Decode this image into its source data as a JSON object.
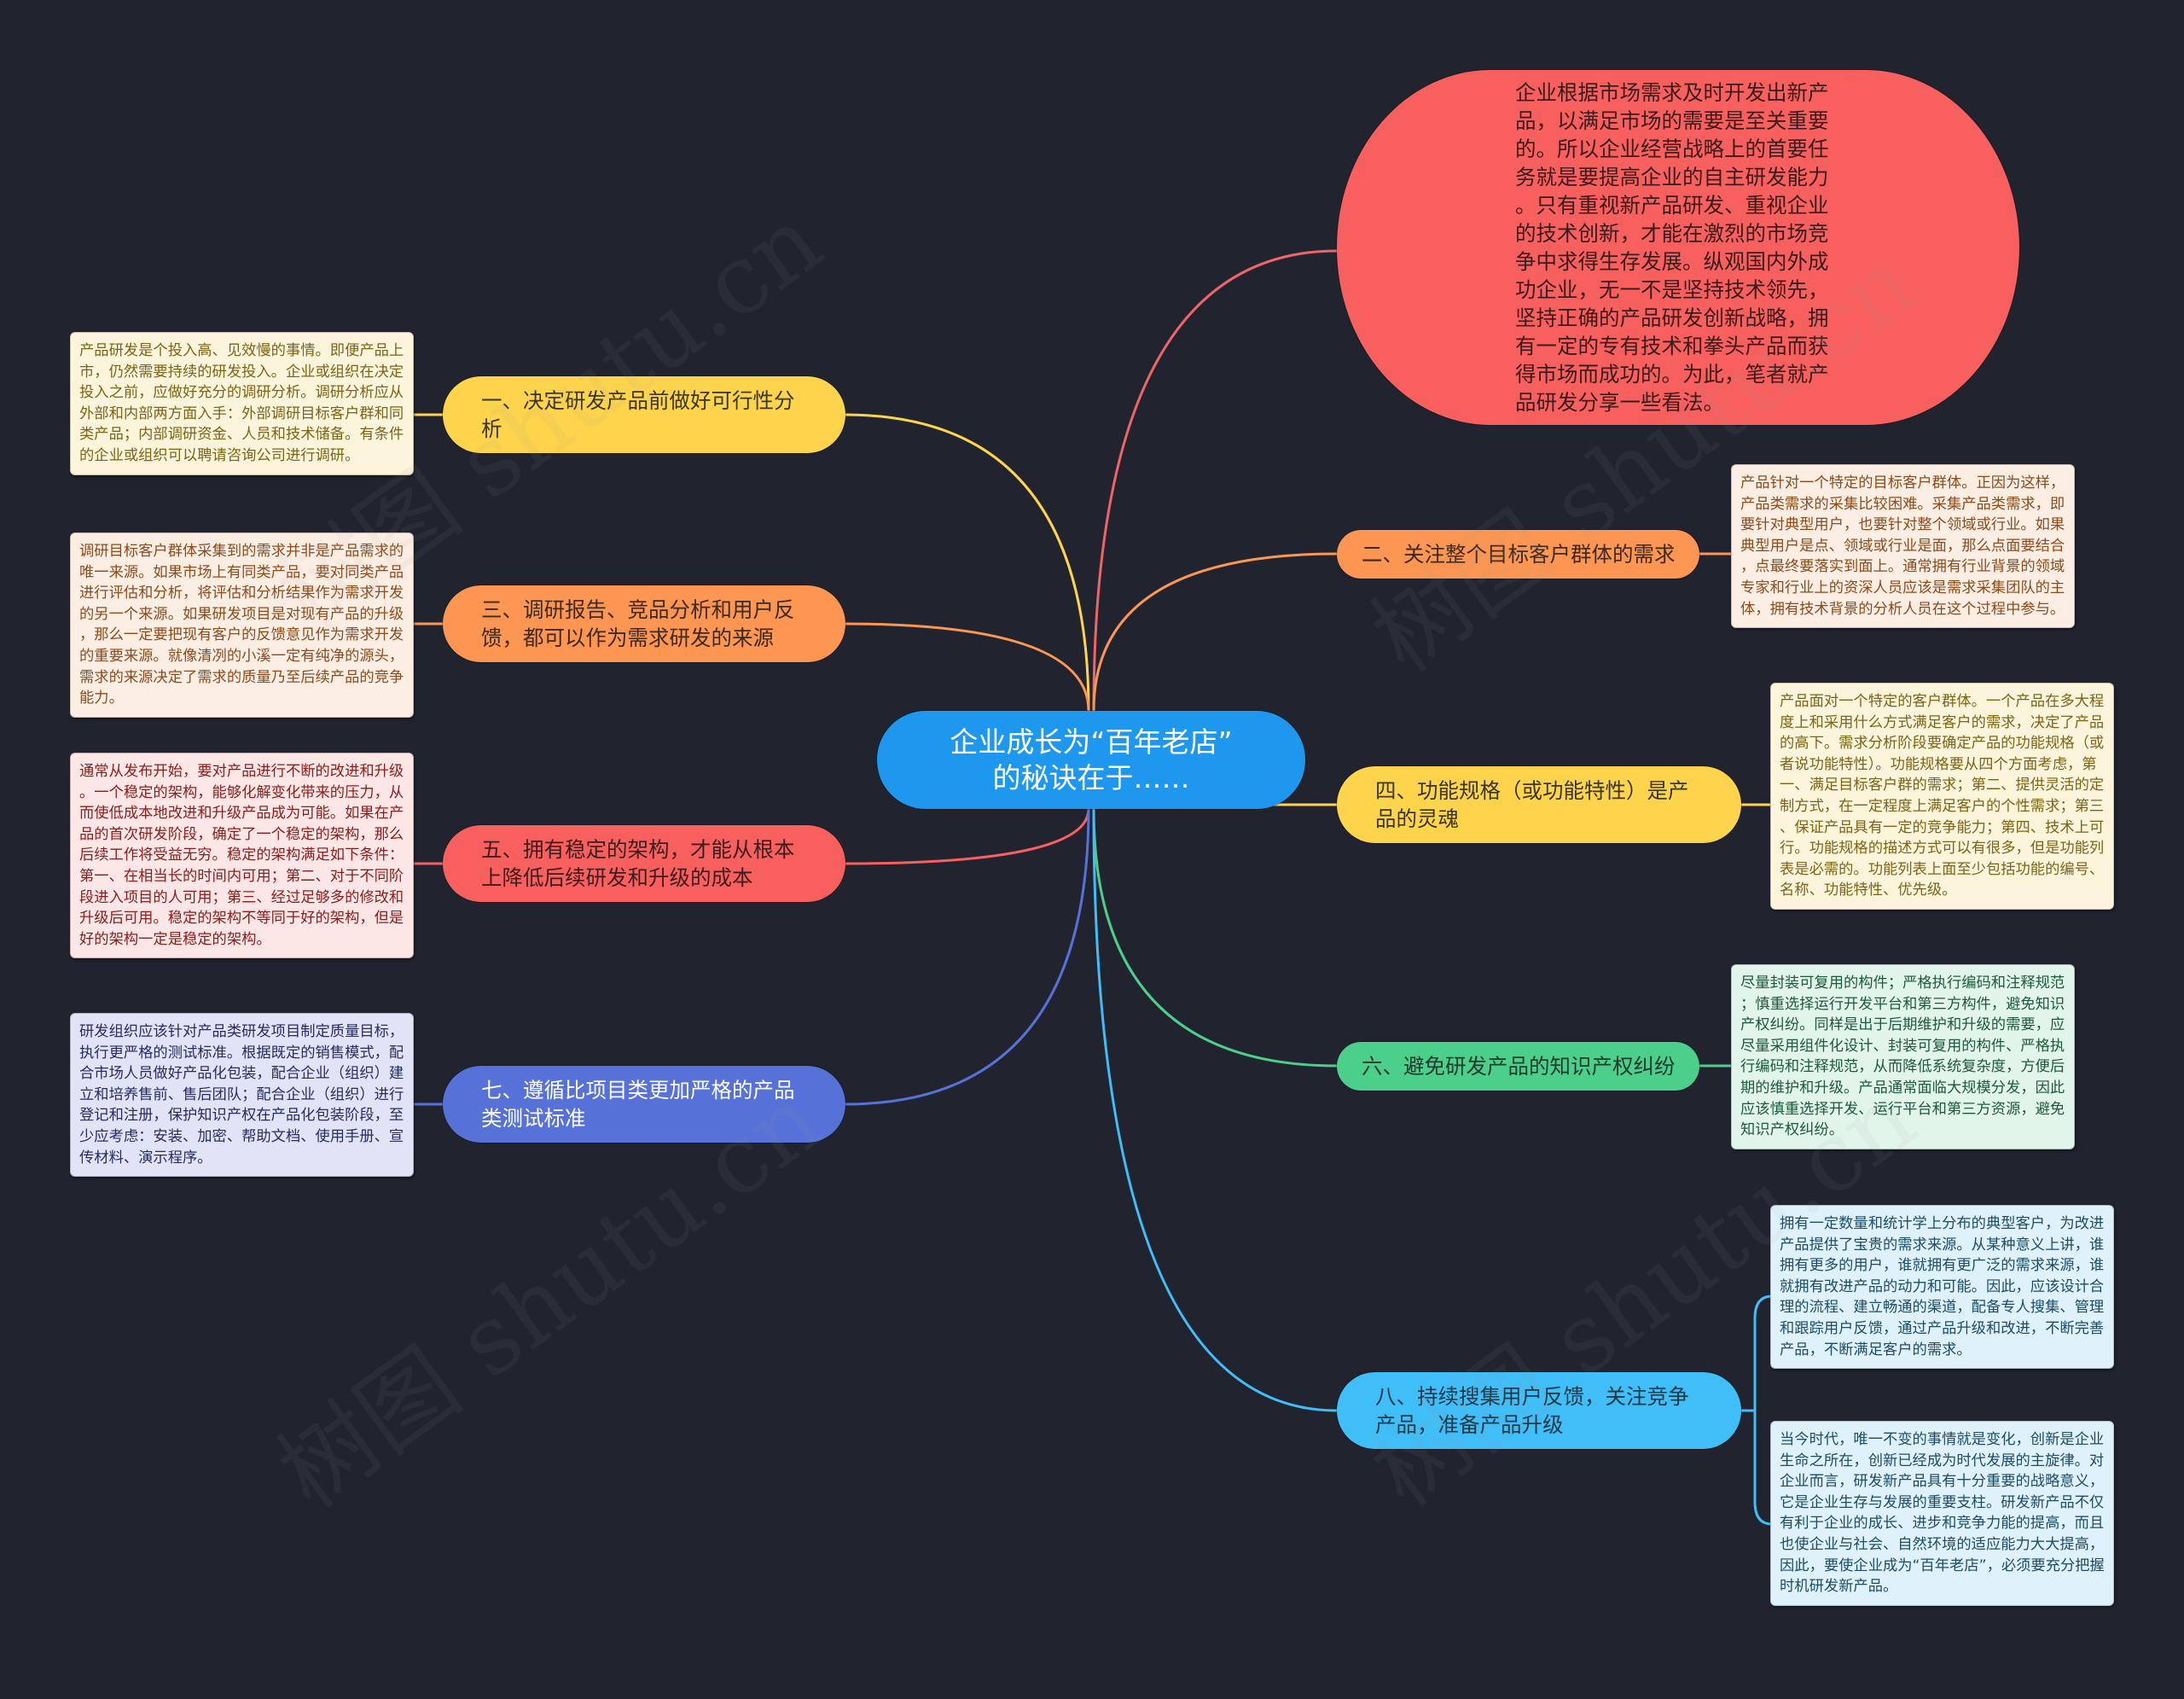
{
  "central": {
    "title_lines": [
      "企业成长为“百年老店”",
      "的秘诀在于……"
    ],
    "color": "#1d98ee",
    "text_color": "#ffffff"
  },
  "intro": {
    "text": "企业根据市场需求及时开发出新产品，以满足市场的需要是至关重要的。所以企业经营战略上的首要任务就是要提高企业的自主研发能力。只有重视新产品研发、重视企业的技术创新，才能在激烈的市场竞争中求得生存发展。纵观国内外成功企业，无一不是坚持技术领先，坚持正确的产品研发创新战略，拥有一定的专有技术和拳头产品而获得市场而成功的。为此，笔者就产品研发分享一些看法。",
    "color": "#f85f5f",
    "line_color": "#ef6468",
    "text_color": "#3a1b1b"
  },
  "branches": [
    {
      "label": "一、决定研发产品前做好可行性分析",
      "color": "#fdd44c",
      "text_color": "#3a3626",
      "details": [
        {
          "text": "产品研发是个投入高、见效慢的事情。即便产品上市，仍然需要持续的研发投入。企业或组织在决定投入之前，应做好充分的调研分析。调研分析应从外部和内部两方面入手：外部调研目标客户群和同类产品；内部调研资金、人员和技术储备。有条件的企业或组织可以聘请咨询公司进行调研。",
          "bg": "#fcf5dc",
          "color": "#7d6417"
        }
      ]
    },
    {
      "label": "二、关注整个目标客户群体的需求",
      "color": "#fc9652",
      "text_color": "#3d2a1d",
      "details": [
        {
          "text": "产品针对一个特定的目标客户群体。正因为这样，产品类需求的采集比较困难。采集产品类需求，即要针对典型用户，也要针对整个领域或行业。如果典型用户是点、领域或行业是面，那么点面要结合，点最终要落实到面上。通常拥有行业背景的领域专家和行业上的资深人员应该是需求采集团队的主体，拥有技术背景的分析人员在这个过程中参与。",
          "bg": "#fdeee3",
          "color": "#8f4a1c"
        }
      ]
    },
    {
      "label": "三、调研报告、竞品分析和用户反馈，都可以作为需求研发的来源",
      "color": "#fc9652",
      "text_color": "#3d2a1d",
      "details": [
        {
          "text": "调研目标客户群体采集到的需求并非是产品需求的唯一来源。如果市场上有同类产品，要对同类产品进行评估和分析，将评估和分析结果作为需求开发的另一个来源。如果研发项目是对现有产品的升级，那么一定要把现有客户的反馈意见作为需求开发的重要来源。就像清冽的小溪一定有纯净的源头，需求的来源决定了需求的质量乃至后续产品的竞争能力。",
          "bg": "#fdeee3",
          "color": "#8f4a1c"
        }
      ]
    },
    {
      "label": "四、功能规格（或功能特性）是产品的灵魂",
      "color": "#fdd44c",
      "text_color": "#3a3626",
      "details": [
        {
          "text": "产品面对一个特定的客户群体。一个产品在多大程度上和采用什么方式满足客户的需求，决定了产品的高下。需求分析阶段要确定产品的功能规格（或者说功能特性）。功能规格要从四个方面考虑，第一、满足目标客户群的需求；第二、提供灵活的定制方式，在一定程度上满足客户的个性需求；第三、保证产品具有一定的竞争能力；第四、技术上可行。功能规格的描述方式可以有很多，但是功能列表是必需的。功能列表上面至少包括功能的编号、名称、功能特性、优先级。",
          "bg": "#fcf5dc",
          "color": "#7d6417"
        }
      ]
    },
    {
      "label": "五、拥有稳定的架构，才能从根本上降低后续研发和升级的成本",
      "color": "#f86060",
      "text_color": "#3d1c1c",
      "details": [
        {
          "text": "通常从发布开始，要对产品进行不断的改进和升级。一个稳定的架构，能够化解变化带来的压力，从而使低成本地改进和升级产品成为可能。如果在产品的首次研发阶段，确定了一个稳定的架构，那么后续工作将受益无穷。稳定的架构满足如下条件：第一、在相当长的时间内可用；第二、对于不同阶段进入项目的人可用；第三、经过足够多的修改和升级后可用。稳定的架构不等同于好的架构，但是好的架构一定是稳定的架构。",
          "bg": "#fde6e6",
          "color": "#8e1c1c"
        }
      ]
    },
    {
      "label": "六、避免研发产品的知识产权纠纷",
      "color": "#4dcf8c",
      "text_color": "#1d3a2b",
      "details": [
        {
          "text": "尽量封装可复用的构件；严格执行编码和注释规范；慎重选择运行开发平台和第三方构件，避免知识产权纠纷。同样是出于后期维护和升级的需要，应尽量采用组件化设计、封装可复用的构件、严格执行编码和注释规范，从而降低系统复杂度，方便后期的维护和升级。产品通常面临大规模分发，因此应该慎重选择开发、运行平台和第三方资源，避免知识产权纠纷。",
          "bg": "#e1f5eb",
          "color": "#1d5a3a"
        }
      ]
    },
    {
      "label": "七、遵循比项目类更加严格的产品类测试标准",
      "color": "#5672d8",
      "text_color": "#ffffff",
      "details": [
        {
          "text": "研发组织应该针对产品类研发项目制定质量目标，执行更严格的测试标准。根据既定的销售模式，配合市场人员做好产品化包装，配合企业（组织）建立和培养售前、售后团队；配合企业（组织）进行登记和注册，保护知识产权在产品化包装阶段，至少应考虑：安装、加密、帮助文档、使用手册、宣传材料、演示程序。",
          "bg": "#e0e4f6",
          "color": "#272b63"
        }
      ]
    },
    {
      "label": "八、持续搜集用户反馈，关注竞争产品，准备产品升级",
      "color": "#40bef7",
      "text_color": "#1b3748",
      "details": [
        {
          "text": "拥有一定数量和统计学上分布的典型客户，为改进产品提供了宝贵的需求来源。从某种意义上讲，谁拥有更多的用户，谁就拥有更广泛的需求来源，谁就拥有改进产品的动力和可能。因此，应该设计合理的流程、建立畅通的渠道，配备专人搜集、管理和跟踪用户反馈，通过产品升级和改进，不断完善产品，不断满足客户的需求。",
          "bg": "#dff2fb",
          "color": "#1b4c6a"
        },
        {
          "text": "当今时代，唯一不变的事情就是变化，创新是企业生命之所在，创新已经成为时代发展的主旋律。对企业而言，研发新产品具有十分重要的战略意义，它是企业生存与发展的重要支柱。研发新产品不仅有利于企业的成长、进步和竞争力能的提高，而且也使企业与社会、自然环境的适应能力大大提高，因此，要使企业成为“百年老店”，必须要充分把握时机研发新产品。",
          "bg": "#dff2fb",
          "color": "#1b4c6a"
        }
      ]
    }
  ],
  "watermark": "树图 shutu.cn",
  "background": "#21242f"
}
